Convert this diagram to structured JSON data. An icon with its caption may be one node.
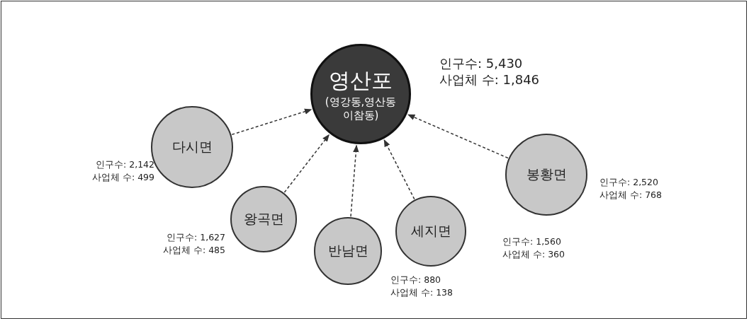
{
  "diagram": {
    "nodes": [
      {
        "text": [
          "영산포",
          "(영강동,영산동 이참동)"
        ],
        "beside": [
          "인구수: 5,430",
          "사업체 수: 1,846"
        ]
      },
      {
        "text": [
          "다시면"
        ],
        "beside": [
          "인구수: 2,142",
          "사업체 수: 499"
        ]
      },
      {
        "text": [
          "왕곡면"
        ],
        "beside": [
          "인구수: 1,627",
          "사업체 수: 485"
        ]
      },
      {
        "text": [
          "반남면"
        ],
        "beside": [
          "인구수: 880",
          "사업체 수: 138"
        ]
      },
      {
        "text": [
          "세지면"
        ],
        "beside": [
          "인구수: 1,560",
          "사업체 수: 360"
        ]
      },
      {
        "text": [
          "봉황면"
        ],
        "beside": [
          "인구수: 2,520",
          "사업체 수: 768"
        ]
      }
    ],
    "edges": [
      {
        "from": 1,
        "to": 0,
        "arrow": "to",
        "style": "dashed"
      },
      {
        "from": 2,
        "to": 0,
        "arrow": "to",
        "style": "dashed"
      },
      {
        "from": 3,
        "to": 0,
        "arrow": "to",
        "style": "dashed"
      },
      {
        "from": 4,
        "to": 0,
        "arrow": "to",
        "style": "dashed"
      },
      {
        "from": 5,
        "to": 0,
        "arrow": "to",
        "style": "dashed"
      }
    ]
  }
}
